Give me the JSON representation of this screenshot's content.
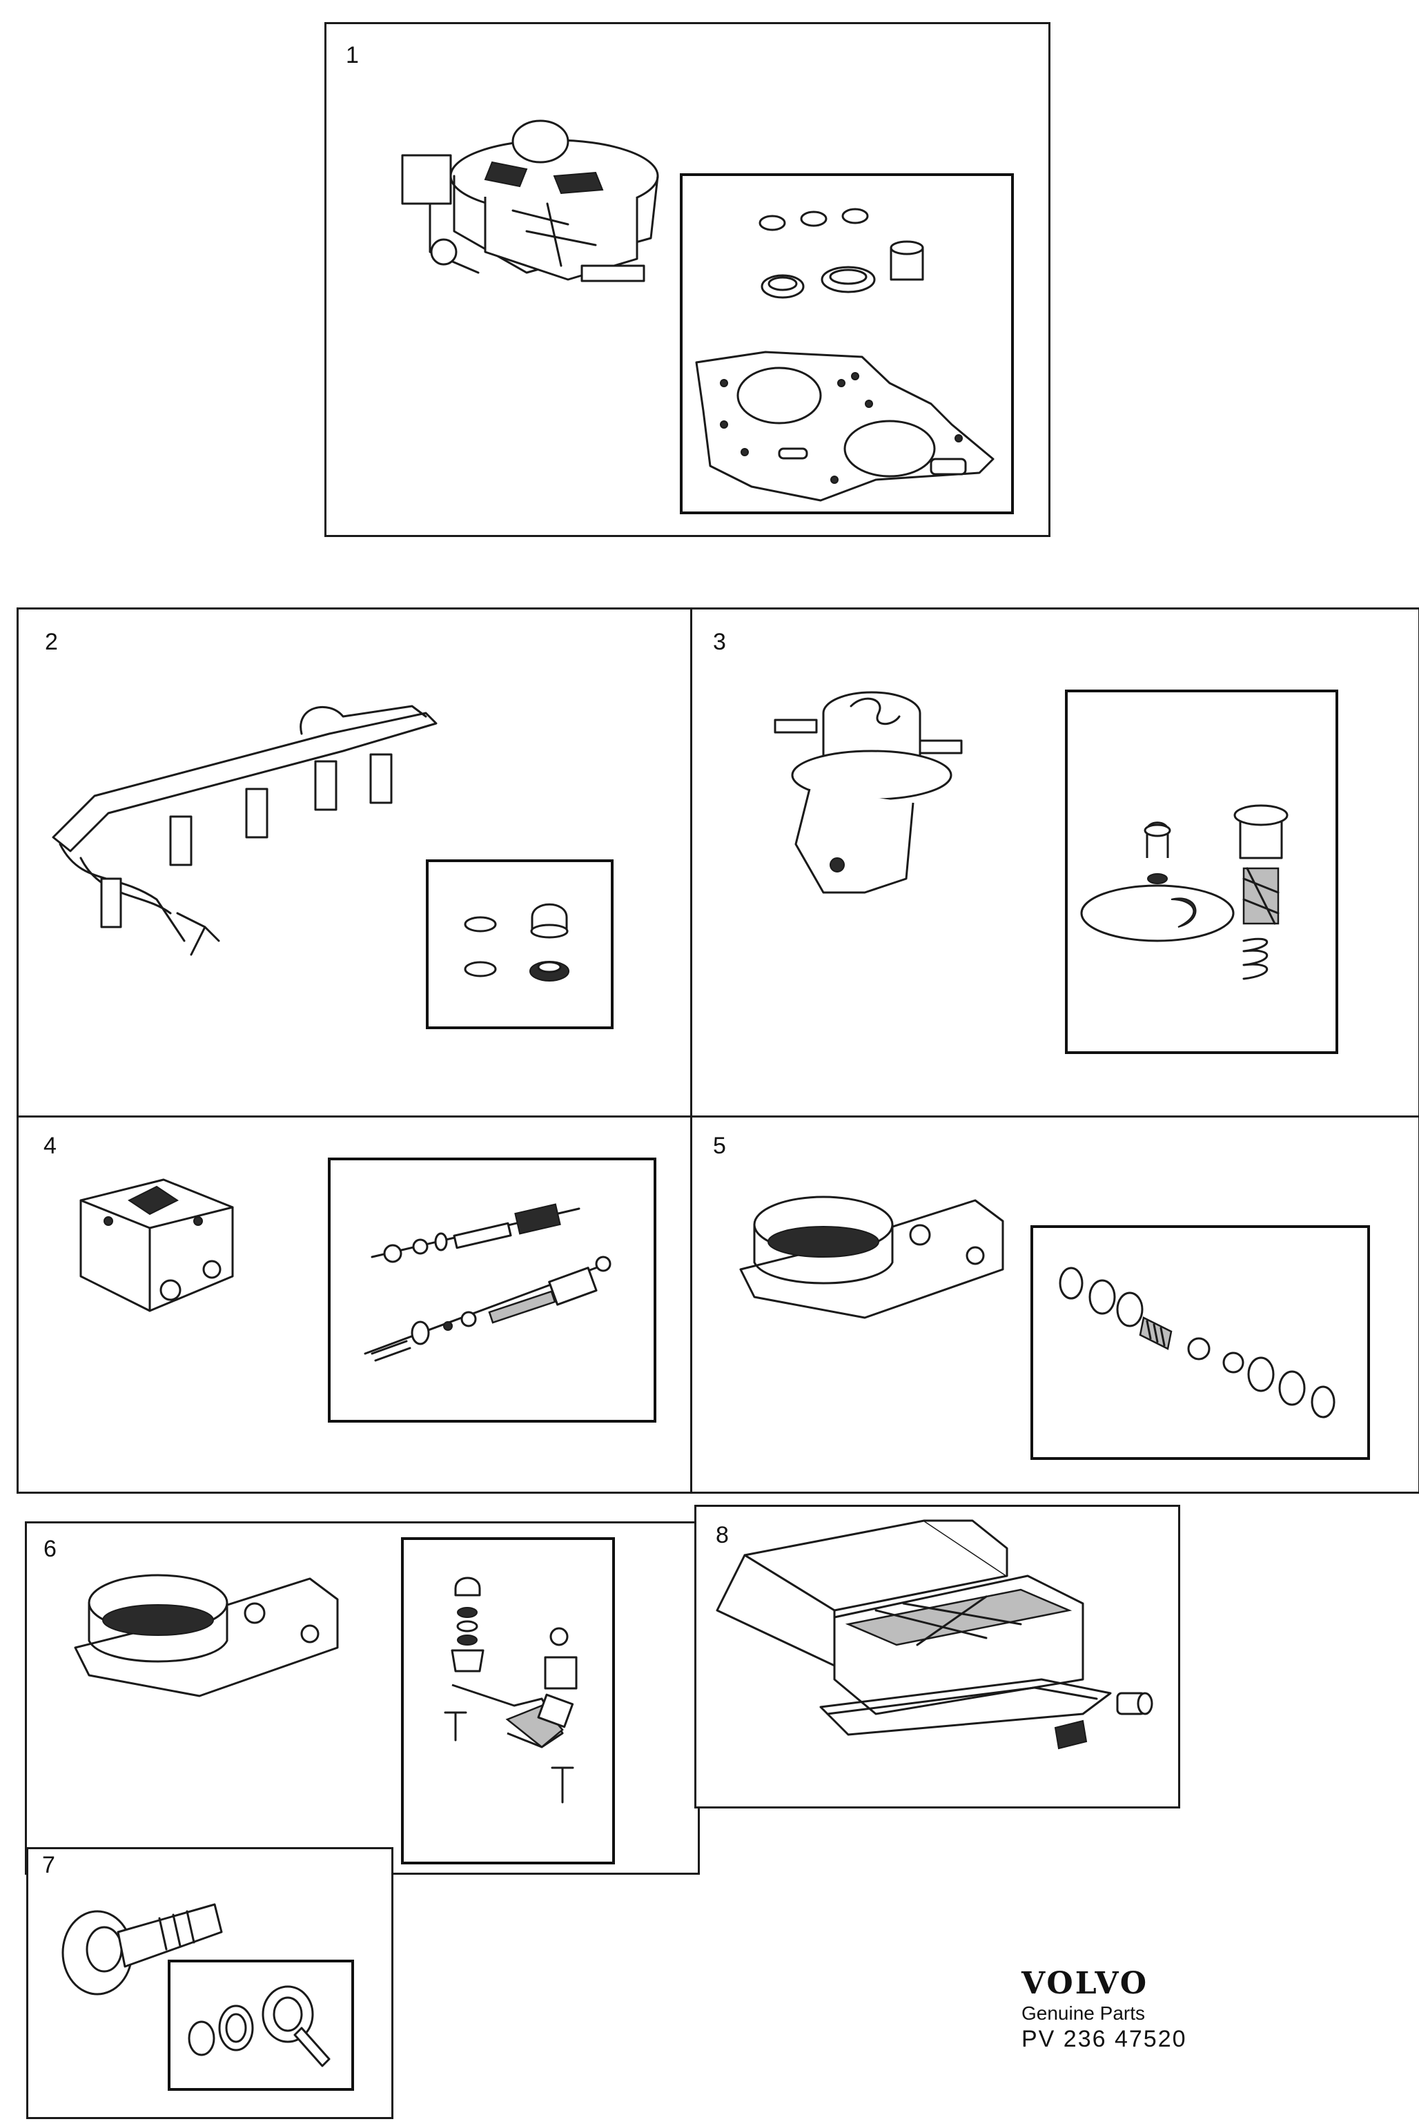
{
  "panels": [
    {
      "number": "1"
    },
    {
      "number": "2"
    },
    {
      "number": "3"
    },
    {
      "number": "4"
    },
    {
      "number": "5"
    },
    {
      "number": "6"
    },
    {
      "number": "8"
    },
    {
      "number": "7"
    }
  ],
  "brand": {
    "logo_text": "VOLVO",
    "subtitle": "Genuine Parts",
    "code": "PV 236 47520"
  },
  "icons": [
    "carburetor-icon",
    "gasket-kit-icon",
    "fuel-rail-icon",
    "fuel-pump-icon",
    "distributor-icon",
    "throttle-housing-icon",
    "valve-icon",
    "parts-box-icon"
  ]
}
